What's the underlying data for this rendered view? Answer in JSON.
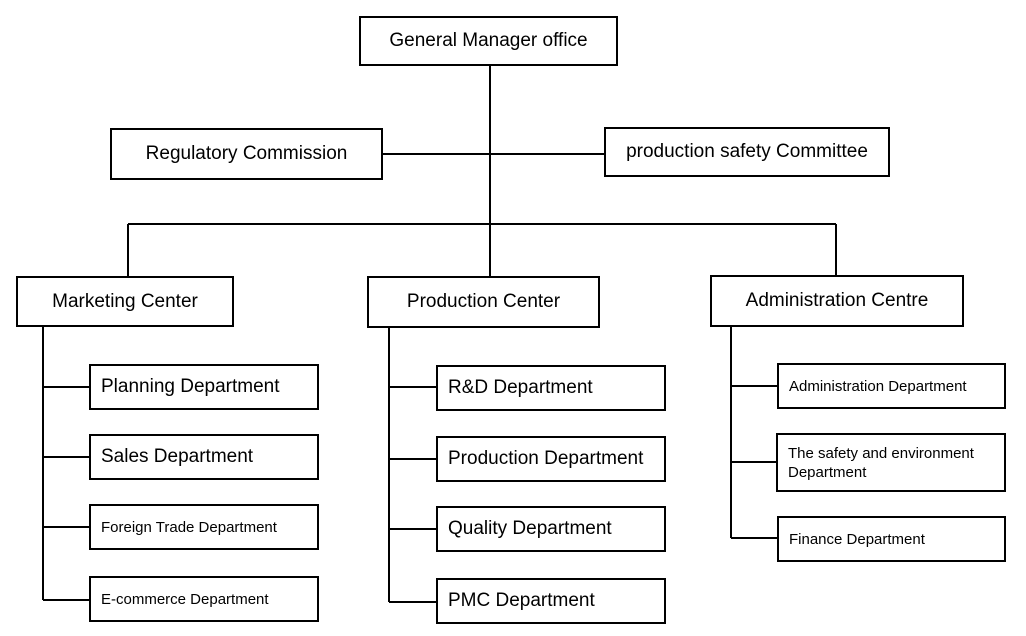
{
  "org_chart": {
    "root": {
      "label": "General Manager office"
    },
    "side_committees": [
      {
        "label": "Regulatory Commission"
      },
      {
        "label": "production safety Committee"
      }
    ],
    "centers": [
      {
        "label": "Marketing Center",
        "departments": [
          {
            "label": "Planning Department"
          },
          {
            "label": "Sales Department"
          },
          {
            "label": "Foreign Trade Department"
          },
          {
            "label": "E-commerce Department"
          }
        ]
      },
      {
        "label": "Production Center",
        "departments": [
          {
            "label": "R&D Department"
          },
          {
            "label": "Production Department"
          },
          {
            "label": "Quality Department"
          },
          {
            "label": "PMC Department"
          }
        ]
      },
      {
        "label": "Administration Centre",
        "departments": [
          {
            "label": "Administration Department"
          },
          {
            "label": "The safety and environment Department"
          },
          {
            "label": "Finance Department"
          }
        ]
      }
    ]
  },
  "colors": {
    "line": "#000000",
    "box_border": "#000000",
    "background": "#ffffff",
    "text": "#000000"
  }
}
